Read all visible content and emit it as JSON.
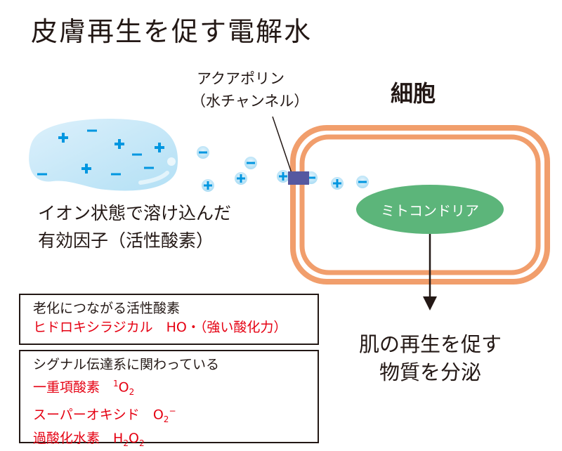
{
  "title": "皮膚再生を促す電解水",
  "aquaporin": {
    "line1": "アクアポリン",
    "line2": "（水チャンネル）"
  },
  "cell_label": "細胞",
  "mitochondria_label": "ミトコンドリア",
  "secretion": {
    "line1": "肌の再生を促す",
    "line2": "物質を分泌"
  },
  "ion_caption": {
    "line1": "イオン状態で溶け込んだ",
    "line2": "有効因子（活性酸素）"
  },
  "box1": {
    "heading": "老化につながる活性酸素",
    "item": "ヒドロキシラジカル　HO・（強い酸化力）"
  },
  "box2": {
    "heading": "シグナル伝達系に関わっている",
    "items": [
      {
        "name": "一重項酸素",
        "formula_sup": "1",
        "formula_main": "O",
        "formula_sub": "2"
      },
      {
        "name": "スーパーオキシド",
        "formula_main": "O",
        "formula_sub": "2",
        "formula_sup": "−"
      },
      {
        "name": "過酸化水素",
        "formula_main": "H",
        "formula_sub": "2",
        "formula_main2": "O",
        "formula_sub2": "2"
      }
    ]
  },
  "colors": {
    "cell": "#f19e6c",
    "mito": "#5cb57a",
    "ion": "#0096e0",
    "aquaporin": "#5558a0",
    "red": "#e50012"
  }
}
